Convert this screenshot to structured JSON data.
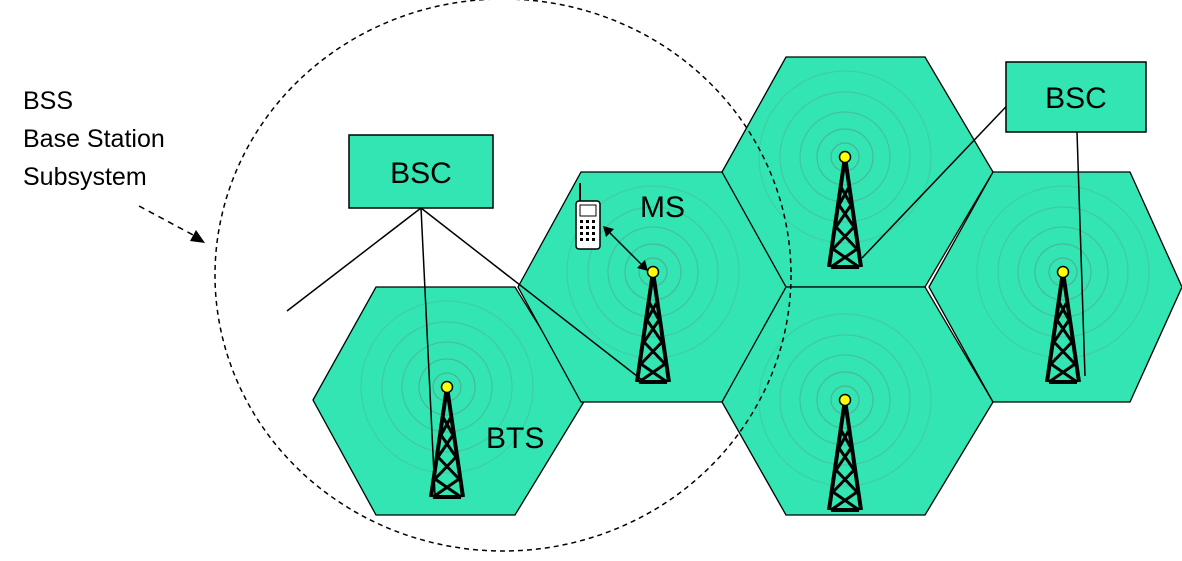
{
  "bss_label": {
    "line1": "BSS",
    "line2": "Base Station",
    "line3": "Subsystem"
  },
  "bsc_label_left": "BSC",
  "bsc_label_right": "BSC",
  "ms_label": "MS",
  "bts_label": "BTS",
  "colors": {
    "cell_fill": "#33e5b2",
    "ink": "#000000",
    "tower_light": "#ffff00",
    "wave": "#4fa88e"
  },
  "icons": [
    "hexagon-cell",
    "radio-tower",
    "mobile-phone",
    "dashed-arrow",
    "dashed-circle"
  ]
}
